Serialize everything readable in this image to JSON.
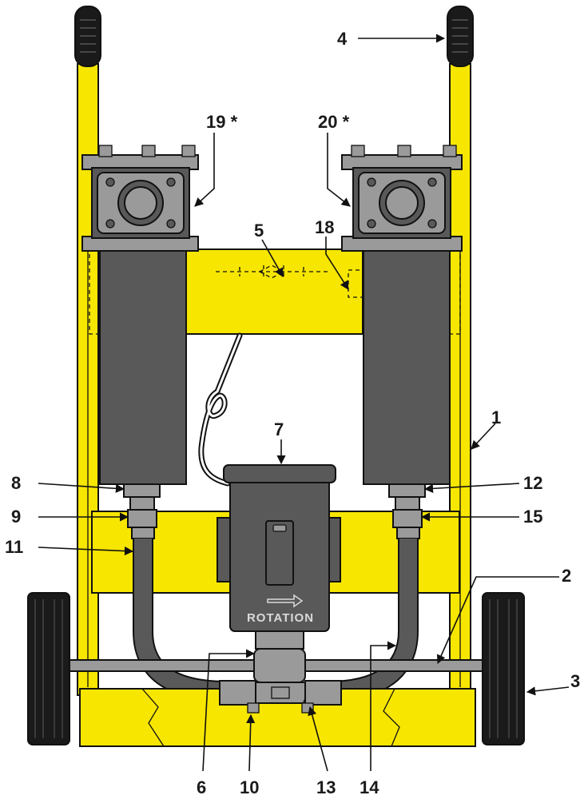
{
  "diagram": {
    "motor_label": "ROTATION",
    "callouts": [
      {
        "id": "1",
        "text": "1"
      },
      {
        "id": "2",
        "text": "2"
      },
      {
        "id": "3",
        "text": "3"
      },
      {
        "id": "4",
        "text": "4"
      },
      {
        "id": "5",
        "text": "5"
      },
      {
        "id": "6",
        "text": "6"
      },
      {
        "id": "7",
        "text": "7"
      },
      {
        "id": "8",
        "text": "8"
      },
      {
        "id": "9",
        "text": "9"
      },
      {
        "id": "10",
        "text": "10"
      },
      {
        "id": "11",
        "text": "11"
      },
      {
        "id": "12",
        "text": "12"
      },
      {
        "id": "13",
        "text": "13"
      },
      {
        "id": "14",
        "text": "14"
      },
      {
        "id": "15",
        "text": "15"
      },
      {
        "id": "18",
        "text": "18"
      },
      {
        "id": "19",
        "text": "19 *"
      },
      {
        "id": "20",
        "text": "20 *"
      }
    ],
    "colors": {
      "frame_yellow": "#f7e600",
      "housing_gray": "#595959",
      "light_gray": "#9a9a9a",
      "rubber_black": "#1a1a1a",
      "outline": "#111111"
    }
  }
}
